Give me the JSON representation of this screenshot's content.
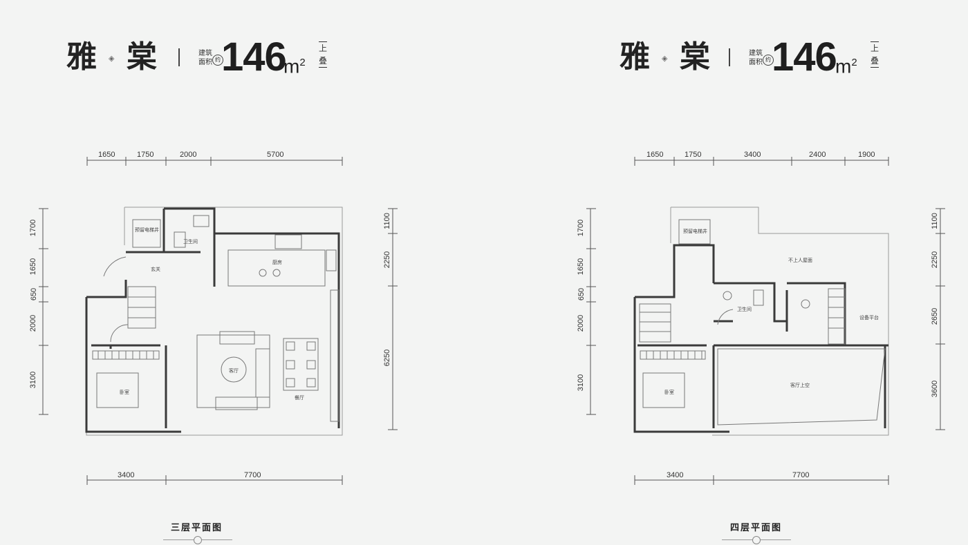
{
  "plans": [
    {
      "name_char1": "雅",
      "name_char2": "棠",
      "area_label_line1": "建筑",
      "area_label_line2": "面积",
      "area_approx": "约",
      "area_value": "146",
      "area_unit": "m",
      "area_unit_sup": "2",
      "level_char1": "上",
      "level_char2": "叠",
      "top_dims": [
        "1650",
        "1750",
        "2000",
        "5700"
      ],
      "bottom_dims": [
        "3400",
        "7700"
      ],
      "left_dims": [
        "1700",
        "1650",
        "650",
        "2000",
        "3100"
      ],
      "right_dims": [
        "1100",
        "2250",
        "6250"
      ],
      "rooms": [
        "预留电梯井",
        "卫生间",
        "厨房",
        "玄关",
        "客厅",
        "餐厅",
        "卧室"
      ],
      "caption": "三层平面图"
    },
    {
      "name_char1": "雅",
      "name_char2": "棠",
      "area_label_line1": "建筑",
      "area_label_line2": "面积",
      "area_approx": "约",
      "area_value": "146",
      "area_unit": "m",
      "area_unit_sup": "2",
      "level_char1": "上",
      "level_char2": "叠",
      "top_dims": [
        "1650",
        "1750",
        "3400",
        "2400",
        "1900"
      ],
      "bottom_dims": [
        "3400",
        "7700"
      ],
      "left_dims": [
        "1700",
        "1650",
        "650",
        "2000",
        "3100"
      ],
      "right_dims": [
        "1100",
        "2250",
        "2650",
        "3600"
      ],
      "rooms": [
        "预留电梯井",
        "不上人屋面",
        "卫生间",
        "设备平台",
        "客厅上空",
        "卧室"
      ],
      "caption": "四层平面图"
    }
  ]
}
